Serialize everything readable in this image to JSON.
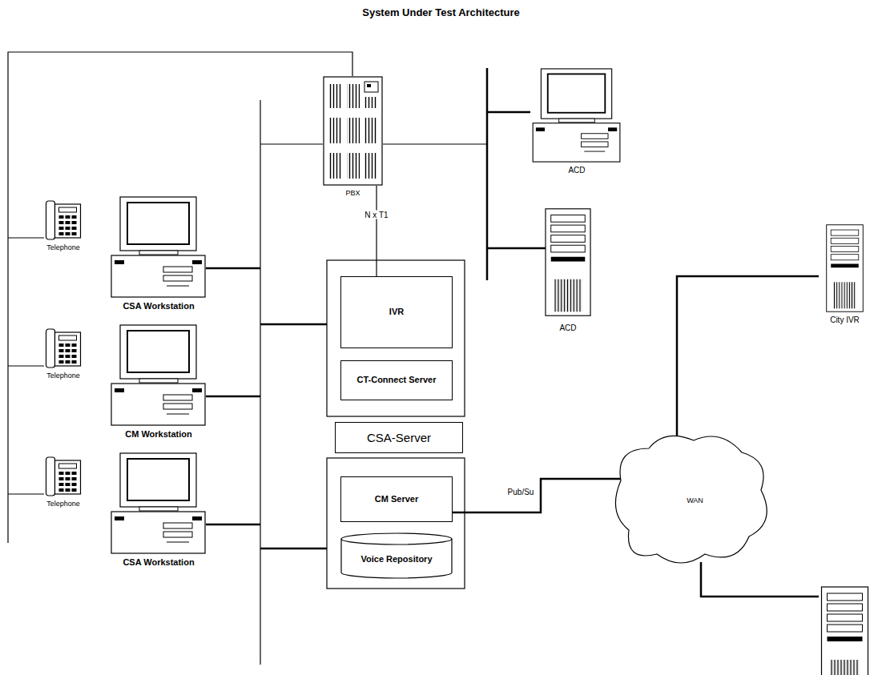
{
  "diagram": {
    "title": "System Under Test Architecture",
    "nodes": [
      {
        "text": [
          "PBX"
        ]
      },
      {
        "text": [
          "ACD"
        ]
      },
      {
        "text": [
          "ACD"
        ]
      },
      {
        "text": [
          "City IVR"
        ]
      },
      {
        "text": [
          "Telephone"
        ]
      },
      {
        "text": [
          "CSA Workstation"
        ]
      },
      {
        "text": [
          "Telephone"
        ]
      },
      {
        "text": [
          "CM Workstation"
        ]
      },
      {
        "text": [
          "Telephone"
        ]
      },
      {
        "text": [
          "CSA Workstation"
        ]
      },
      {
        "text": [
          "IVR"
        ]
      },
      {
        "text": [
          "CT-Connect Server"
        ]
      },
      {
        "text": [
          "CSA-Server"
        ]
      },
      {
        "text": [
          "CM Server"
        ]
      },
      {
        "text": [
          "Voice Repository"
        ]
      },
      {
        "text": [
          "WAN"
        ]
      }
    ],
    "edges": [
      {
        "from": 0,
        "to": 10,
        "label": "N x T1",
        "arrow": "none"
      },
      {
        "from": 13,
        "to": 15,
        "label": "Pub/Su",
        "arrow": "none"
      },
      {
        "from": 15,
        "to": 3,
        "arrow": "none"
      }
    ]
  }
}
